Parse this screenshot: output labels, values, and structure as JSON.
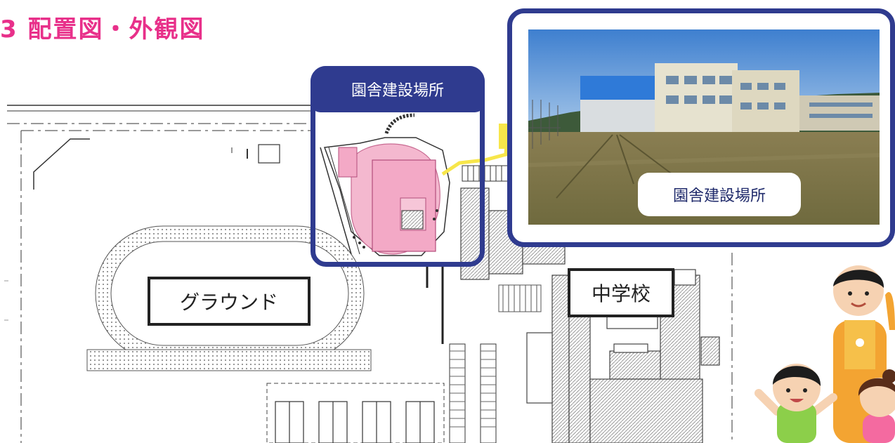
{
  "title": "3 配置図・外観図",
  "map": {
    "ground_label": "グラウンド",
    "school_label": "中学校",
    "site_tab_label": "園舎建設場所"
  },
  "photo": {
    "caption": "園舎建設場所"
  },
  "colors": {
    "title": "#e8308a",
    "frame": "#2f3b8f",
    "building_pink": "#f4b8cf",
    "highlight_yellow": "#f7e64a",
    "sky": "#4f8fd6",
    "field": "#7c7a4a"
  },
  "icons": [
    "people-illustration-icon"
  ]
}
